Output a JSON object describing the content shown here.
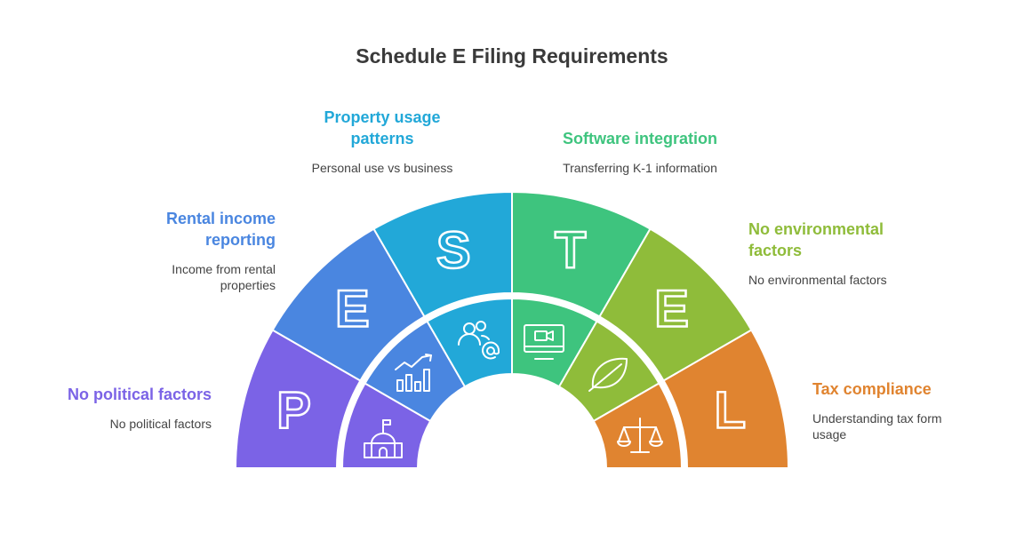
{
  "title": "Schedule E Filing Requirements",
  "segments": [
    {
      "letter": "P",
      "heading": "No political factors",
      "description": "No political factors",
      "color": "#7b63e6",
      "icon": "capitol-building-icon"
    },
    {
      "letter": "E",
      "heading": "Rental income reporting",
      "description": "Income from rental properties",
      "color": "#4a86e0",
      "icon": "bar-chart-trend-icon"
    },
    {
      "letter": "S",
      "heading": "Property usage patterns",
      "description": "Personal use vs business",
      "color": "#22a8d8",
      "icon": "users-at-icon"
    },
    {
      "letter": "T",
      "heading": "Software integration",
      "description": "Transferring K-1 information",
      "color": "#3ec47e",
      "icon": "monitor-video-icon"
    },
    {
      "letter": "E",
      "heading": "No environmental factors",
      "description": "No environmental factors",
      "color": "#8fbc3a",
      "icon": "leaf-icon"
    },
    {
      "letter": "L",
      "heading": "Tax compliance",
      "description": "Understanding tax form usage",
      "color": "#e08430",
      "icon": "scales-icon"
    }
  ]
}
